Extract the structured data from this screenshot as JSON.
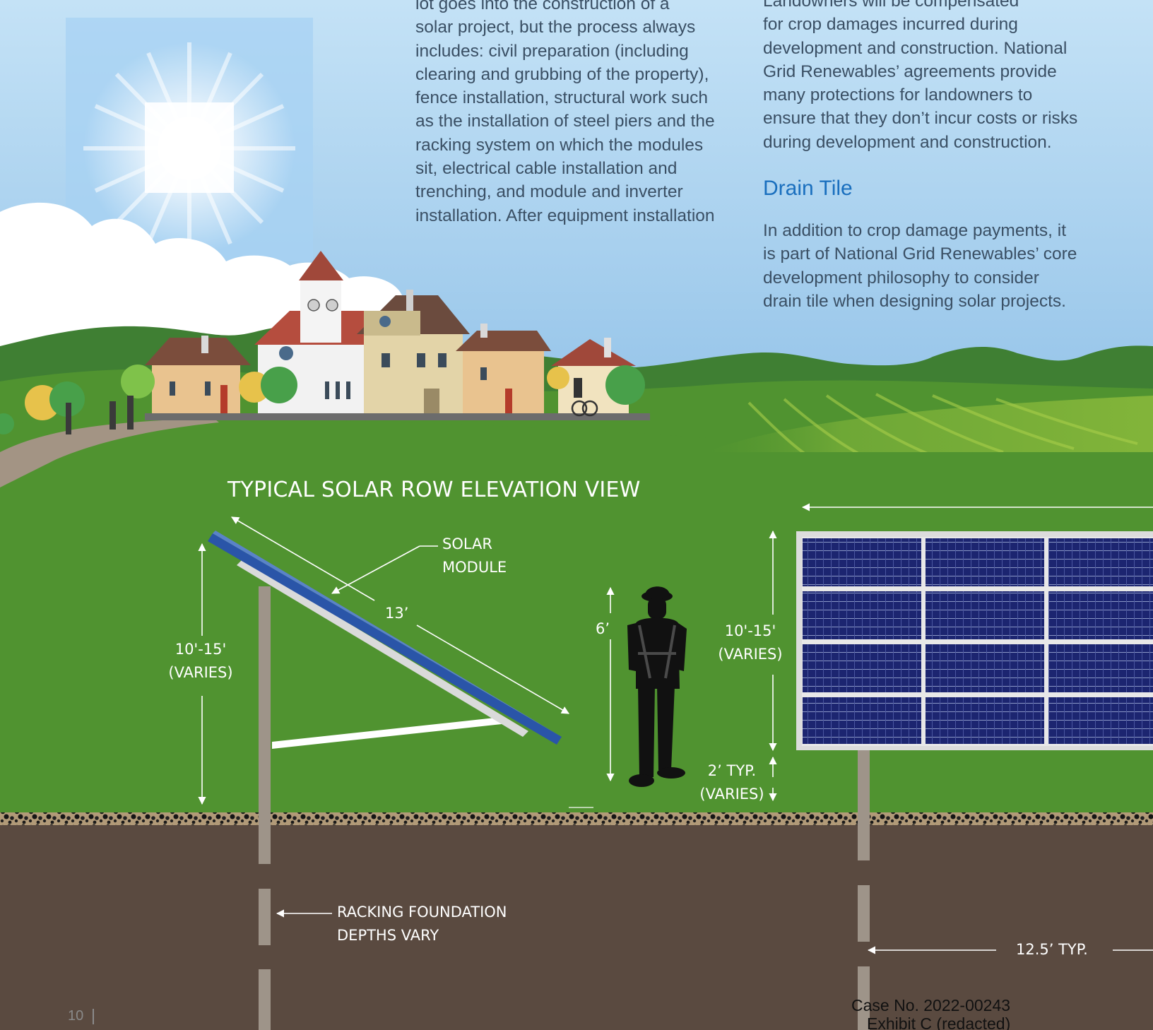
{
  "col1": {
    "lines": [
      "lot goes into the construction of a",
      "solar project, but the process always",
      "includes: civil preparation (including",
      "clearing and grubbing of the property),",
      "fence installation, structural work such",
      "as the installation of steel piers and the",
      "racking system on which the modules",
      "sit, electrical cable installation and",
      "trenching, and module and inverter",
      "installation. After equipment installation"
    ]
  },
  "col2": {
    "lines": [
      "Landowners will be compensated",
      "for crop damages incurred during",
      "development and construction. National",
      "Grid Renewables’ agreements provide",
      "many protections for landowners to",
      "ensure that they don’t incur costs or risks",
      "during development and construction."
    ],
    "heading": "Drain Tile",
    "para2": [
      "In addition to crop damage payments, it",
      "is part of National Grid Renewables’ core",
      "development philosophy to consider",
      "drain tile when designing solar projects."
    ]
  },
  "diagram": {
    "title": "TYPICAL SOLAR ROW ELEVATION VIEW",
    "solar_module": [
      "SOLAR",
      "MODULE"
    ],
    "panel_length": "13’",
    "height_left": [
      "10'-15'",
      "(VARIES)"
    ],
    "person_height": "6’",
    "height_right": [
      "10'-15'",
      "(VARIES)"
    ],
    "clearance": [
      "2’ TYP.",
      "(VARIES)"
    ],
    "foundation": [
      "RACKING FOUNDATION",
      "DEPTHS VARY"
    ],
    "row_spacing": "12.5’ TYP."
  },
  "footer": {
    "page_number": "10",
    "case_no": "Case No. 2022-00243",
    "exhibit": "Exhibit C (redacted)"
  },
  "colors": {
    "sky_top": "#c4e2f6",
    "sky_bottom": "#9ac7ea",
    "grass": "#509330",
    "soil": "#5a4a40",
    "heading_blue": "#1a6fbe",
    "body_text": "#3a4f64",
    "panel_blue": "#1c2a6e"
  },
  "icons": [
    "sun-icon",
    "village-illustration",
    "worker-silhouette-icon",
    "solar-array-icon"
  ]
}
